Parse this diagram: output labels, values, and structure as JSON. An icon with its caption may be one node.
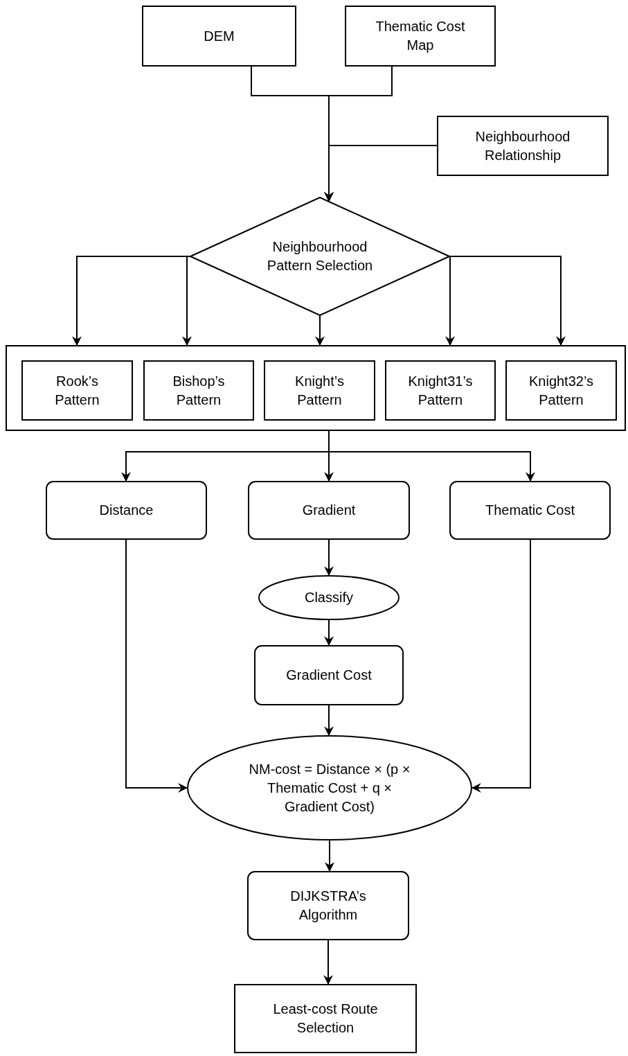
{
  "diagram": {
    "nodes": [
      {
        "text": [
          "DEM"
        ]
      },
      {
        "text": [
          "Thematic Cost Map"
        ]
      },
      {
        "text": [
          "Neighbourhood Relationship"
        ]
      },
      {
        "text": [
          "Neighbourhood Pattern Selection"
        ]
      },
      {
        "text": [],
        "shape": "box"
      },
      {
        "text": [
          "Rook’s Pattern"
        ],
        "in": 4
      },
      {
        "text": [
          "Bishop’s Pattern"
        ],
        "in": 4
      },
      {
        "text": [
          "Knight’s Pattern"
        ],
        "in": 4
      },
      {
        "text": [
          "Knight31’s Pattern"
        ],
        "in": 4
      },
      {
        "text": [
          "Knight32’s Pattern"
        ],
        "in": 4
      },
      {
        "text": [
          "Distance"
        ]
      },
      {
        "text": [
          "Gradient"
        ]
      },
      {
        "text": [
          "Thematic Cost"
        ]
      },
      {
        "text": [
          "Classify"
        ]
      },
      {
        "text": [
          "Gradient Cost"
        ]
      },
      {
        "text": [
          "NM-cost = Distance × (p × Thematic Cost + q × Gradient Cost)"
        ]
      },
      {
        "text": [
          "DIJKSTRA’s Algorithm"
        ]
      },
      {
        "text": [
          "Least-cost Route Selection"
        ]
      }
    ],
    "edges": [
      {
        "from": 0,
        "to": 3,
        "arrow": "to"
      },
      {
        "from": 1,
        "to": 3,
        "arrow": "to"
      },
      {
        "from": 2,
        "to": 3,
        "arrow": "to"
      },
      {
        "from": 3,
        "to": 4,
        "arrow": "to"
      },
      {
        "from": 3,
        "to": 4,
        "arrow": "to"
      },
      {
        "from": 3,
        "to": 4,
        "arrow": "to"
      },
      {
        "from": 3,
        "to": 4,
        "arrow": "to"
      },
      {
        "from": 3,
        "to": 4,
        "arrow": "to"
      },
      {
        "from": 4,
        "to": 10,
        "arrow": "to"
      },
      {
        "from": 4,
        "to": 11,
        "arrow": "to"
      },
      {
        "from": 4,
        "to": 12,
        "arrow": "to"
      },
      {
        "from": 11,
        "to": 13,
        "arrow": "to"
      },
      {
        "from": 13,
        "to": 14,
        "arrow": "to"
      },
      {
        "from": 14,
        "to": 15,
        "arrow": "to"
      },
      {
        "from": 10,
        "to": 15,
        "arrow": "to"
      },
      {
        "from": 12,
        "to": 15,
        "arrow": "to"
      },
      {
        "from": 15,
        "to": 16,
        "arrow": "to"
      },
      {
        "from": 16,
        "to": 17,
        "arrow": "to"
      }
    ]
  }
}
